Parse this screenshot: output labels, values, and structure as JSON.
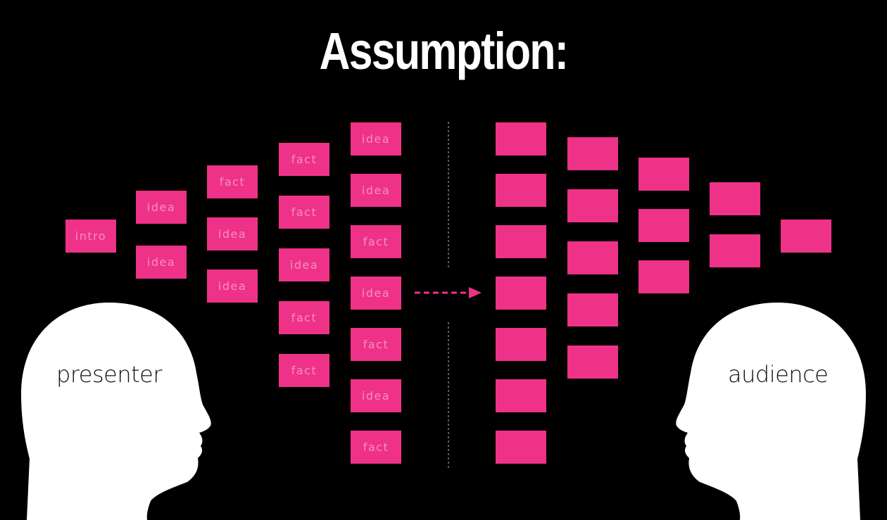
{
  "slide": {
    "title": "Assumption:",
    "presenter_label": "presenter",
    "audience_label": "audience",
    "colors": {
      "background": "#000000",
      "accent": "#ee3288",
      "head": "#ffffff"
    }
  },
  "presenter_columns": [
    [
      "intro"
    ],
    [
      "idea",
      "idea"
    ],
    [
      "fact",
      "idea",
      "idea"
    ],
    [
      "fact",
      "fact",
      "idea",
      "fact",
      "fact"
    ],
    [
      "idea",
      "idea",
      "fact",
      "idea",
      "fact",
      "idea",
      "fact"
    ]
  ],
  "audience_columns": [
    7,
    5,
    3,
    2,
    1
  ]
}
